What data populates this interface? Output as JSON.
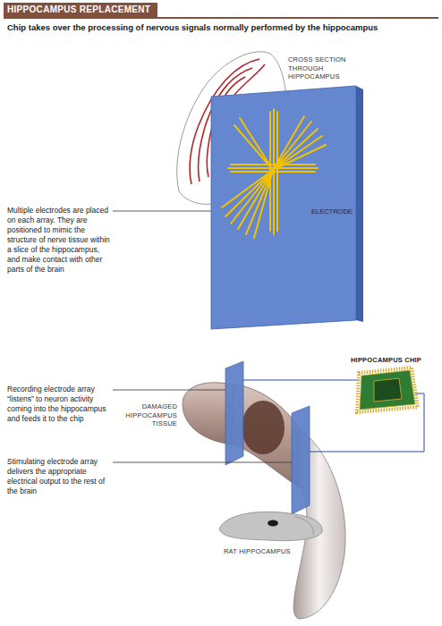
{
  "diagram": {
    "title": "HIPPOCAMPUS REPLACEMENT",
    "nodes": [
      {
        "text": [
          "ELECTRODE"
        ]
      }
    ],
    "labels": [
      "Chip takes over the processing of nervous signals normally performed by the hippocampus",
      "CROSS SECTION THROUGH HIPPOCAMPUS",
      "Multiple electrodes are placed on each array. They are positioned to mimic the structure of nerve tissue within a slice of the hippocampus, and make contact with other parts of the brain",
      "HIPPOCAMPUS CHIP",
      "Recording electrode array “listens” to neuron activity coming into the hippocampus and feeds it to the chip",
      "DAMAGED HIPPOCAMPUS TISSUE",
      "Stimulating electrode array delivers the appropriate electrical output to the rest of the brain",
      "RAT HIPPOCAMPUS"
    ]
  }
}
